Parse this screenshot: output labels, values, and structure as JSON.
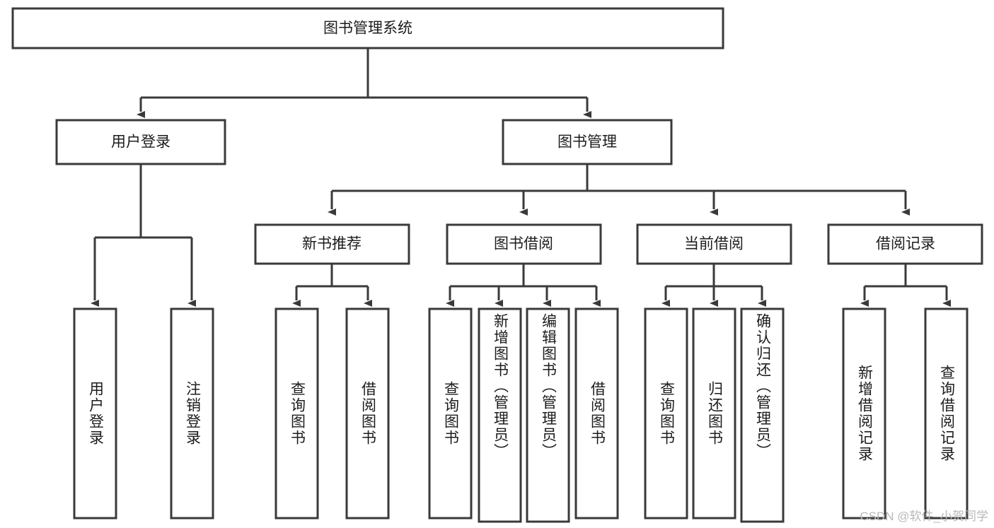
{
  "diagram": {
    "title": "图书管理系统",
    "type": "tree-hierarchy",
    "root": {
      "label": "图书管理系统",
      "orientation": "horizontal"
    },
    "level1": [
      {
        "label": "用户登录",
        "orientation": "horizontal"
      },
      {
        "label": "图书管理",
        "orientation": "horizontal"
      }
    ],
    "level2": [
      {
        "label": "新书推荐",
        "orientation": "horizontal"
      },
      {
        "label": "图书借阅",
        "orientation": "horizontal"
      },
      {
        "label": "当前借阅",
        "orientation": "horizontal"
      },
      {
        "label": "借阅记录",
        "orientation": "horizontal"
      }
    ],
    "leaves": {
      "user_login": [
        {
          "label": "用户登录",
          "orientation": "vertical"
        },
        {
          "label": "注销登录",
          "orientation": "vertical"
        }
      ],
      "new_book_recommend": [
        {
          "label": "查询图书",
          "orientation": "vertical"
        },
        {
          "label": "借阅图书",
          "orientation": "vertical"
        }
      ],
      "book_borrow": [
        {
          "label": "查询图书",
          "orientation": "vertical"
        },
        {
          "label": "新增图书（管理员）",
          "orientation": "vertical"
        },
        {
          "label": "编辑图书（管理员）",
          "orientation": "vertical"
        },
        {
          "label": "借阅图书",
          "orientation": "vertical"
        }
      ],
      "current_borrow": [
        {
          "label": "查询图书",
          "orientation": "vertical"
        },
        {
          "label": "归还图书",
          "orientation": "vertical"
        },
        {
          "label": "确认归还（管理员）",
          "orientation": "vertical"
        }
      ],
      "borrow_record": [
        {
          "label": "新增借阅记录",
          "orientation": "vertical"
        },
        {
          "label": "查询借阅记录",
          "orientation": "vertical"
        }
      ]
    },
    "colors": {
      "stroke": "#3a3a3a",
      "fill": "#ffffff",
      "text": "#1c1c1c",
      "watermark": "#b9b9b9"
    }
  },
  "watermark": {
    "text": "CSDN @软件_小贺同学"
  }
}
